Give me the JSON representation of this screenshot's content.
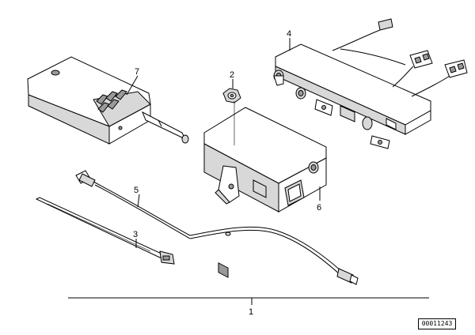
{
  "callouts": {
    "main": "1",
    "nut": "2",
    "cable_tie": "3",
    "control_unit_bar": "4",
    "antenna_cable": "5",
    "module": "6",
    "handheld_unit": "7"
  },
  "reference_code": "00011243"
}
